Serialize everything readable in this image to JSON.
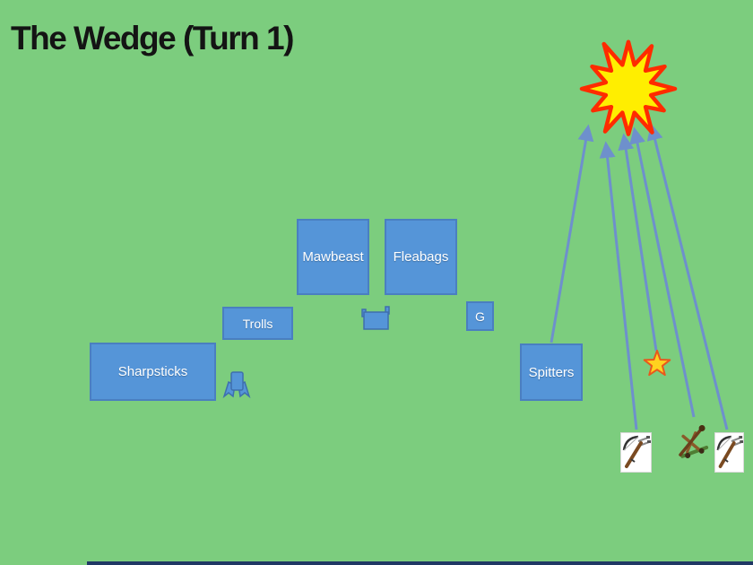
{
  "slide": {
    "title": "The Wedge (Turn 1)"
  },
  "units": [
    {
      "id": "sharpsticks",
      "label": "Sharpsticks"
    },
    {
      "id": "trolls",
      "label": "Trolls"
    },
    {
      "id": "mawbeast",
      "label": "Mawbeast"
    },
    {
      "id": "fleabags",
      "label": "Fleabags"
    },
    {
      "id": "g",
      "label": "G"
    },
    {
      "id": "spitters",
      "label": "Spitters"
    }
  ],
  "markers": [
    {
      "name": "flag-icon",
      "description": "small blue flag marker near center"
    },
    {
      "name": "ribbon-icon",
      "description": "small blue ribbon marker beside Sharpsticks"
    },
    {
      "name": "star-icon",
      "description": "yellow star marker on right side"
    },
    {
      "name": "explosion-icon",
      "description": "yellow starburst explosion target, top right"
    },
    {
      "name": "crossbow-icon",
      "description": "two crossbow war-engine clipart images, bottom right"
    },
    {
      "name": "catapult-icon",
      "description": "catapult war-engine clipart, bottom right"
    }
  ],
  "attacks": {
    "target": "explosion",
    "arrow_count": 5,
    "arrows": [
      {
        "from": "Spitters"
      },
      {
        "from": "crossbow-left"
      },
      {
        "from": "star-marker"
      },
      {
        "from": "catapult"
      },
      {
        "from": "crossbow-right"
      }
    ]
  },
  "colors": {
    "background": "#7CCD7E",
    "unit_box_fill": "#5595D8",
    "unit_box_border": "#4A7FC0",
    "unit_text": "#FFFFFF",
    "arrow": "#6E90CC",
    "explosion_fill": "#FFEE00",
    "explosion_border": "#FF2B00",
    "star_fill": "#FFD21F",
    "star_border": "#E8581D",
    "marker_fill": "#5595D8",
    "title_text": "#141414",
    "bottom_bar": "#203864"
  }
}
